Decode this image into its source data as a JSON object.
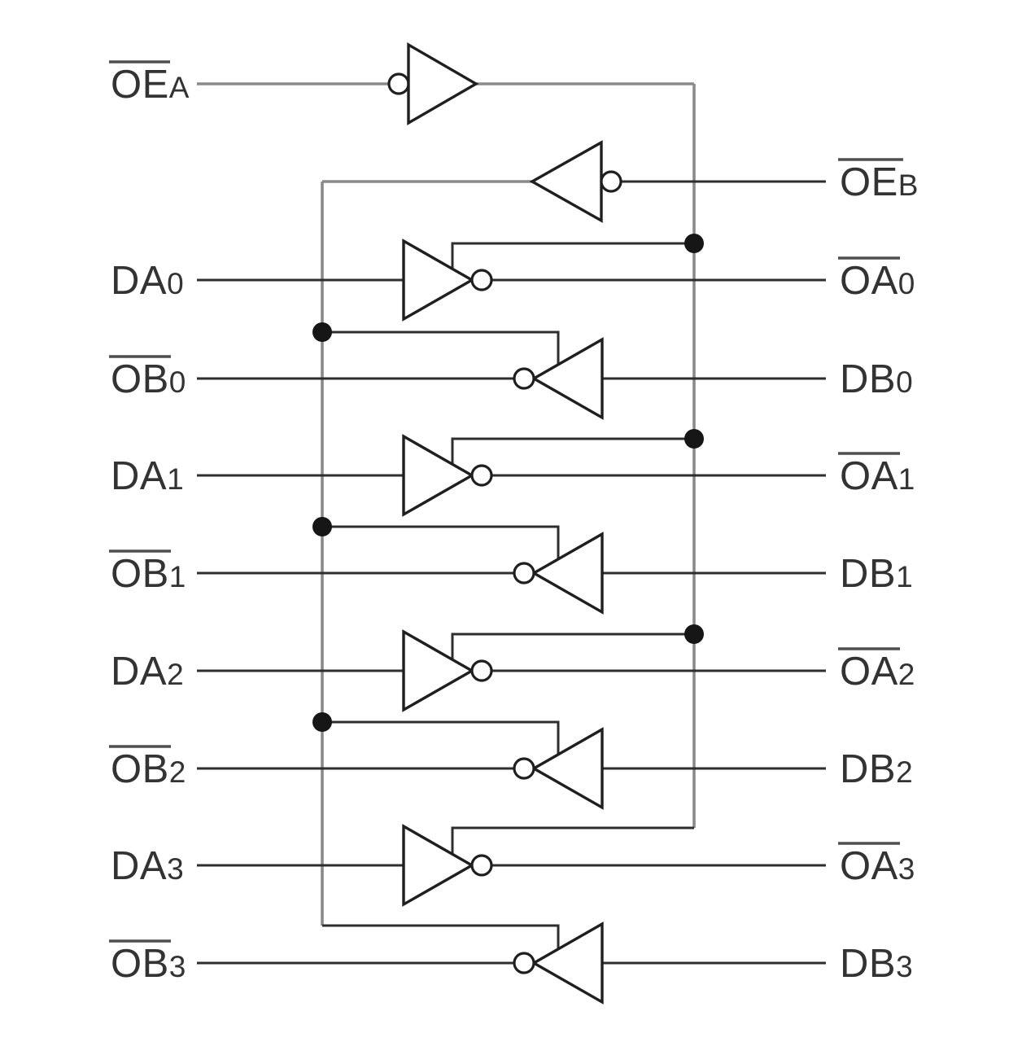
{
  "colors": {
    "wire_gray": "#8a8a8a",
    "wire_dark": "#2e2e2e",
    "gate": "#1f1f1f",
    "dot": "#161616",
    "overline": "#4f4f4f",
    "text": "#333333",
    "background": "#ffffff"
  },
  "labels": {
    "left": [
      {
        "base": "OE",
        "sub": "A",
        "overline": true
      },
      {
        "base": "DA",
        "sub": "0",
        "overline": false
      },
      {
        "base": "OB",
        "sub": "0",
        "overline": true
      },
      {
        "base": "DA",
        "sub": "1",
        "overline": false
      },
      {
        "base": "OB",
        "sub": "1",
        "overline": true
      },
      {
        "base": "DA",
        "sub": "2",
        "overline": false
      },
      {
        "base": "OB",
        "sub": "2",
        "overline": true
      },
      {
        "base": "DA",
        "sub": "3",
        "overline": false
      },
      {
        "base": "OB",
        "sub": "3",
        "overline": true
      }
    ],
    "right": [
      {
        "base": "OE",
        "sub": "B",
        "overline": true
      },
      {
        "base": "OA",
        "sub": "0",
        "overline": true
      },
      {
        "base": "DB",
        "sub": "0",
        "overline": false
      },
      {
        "base": "OA",
        "sub": "1",
        "overline": true
      },
      {
        "base": "DB",
        "sub": "1",
        "overline": false
      },
      {
        "base": "OA",
        "sub": "2",
        "overline": true
      },
      {
        "base": "DB",
        "sub": "2",
        "overline": false
      },
      {
        "base": "OA",
        "sub": "3",
        "overline": true
      },
      {
        "base": "DB",
        "sub": "3",
        "overline": false
      }
    ]
  }
}
